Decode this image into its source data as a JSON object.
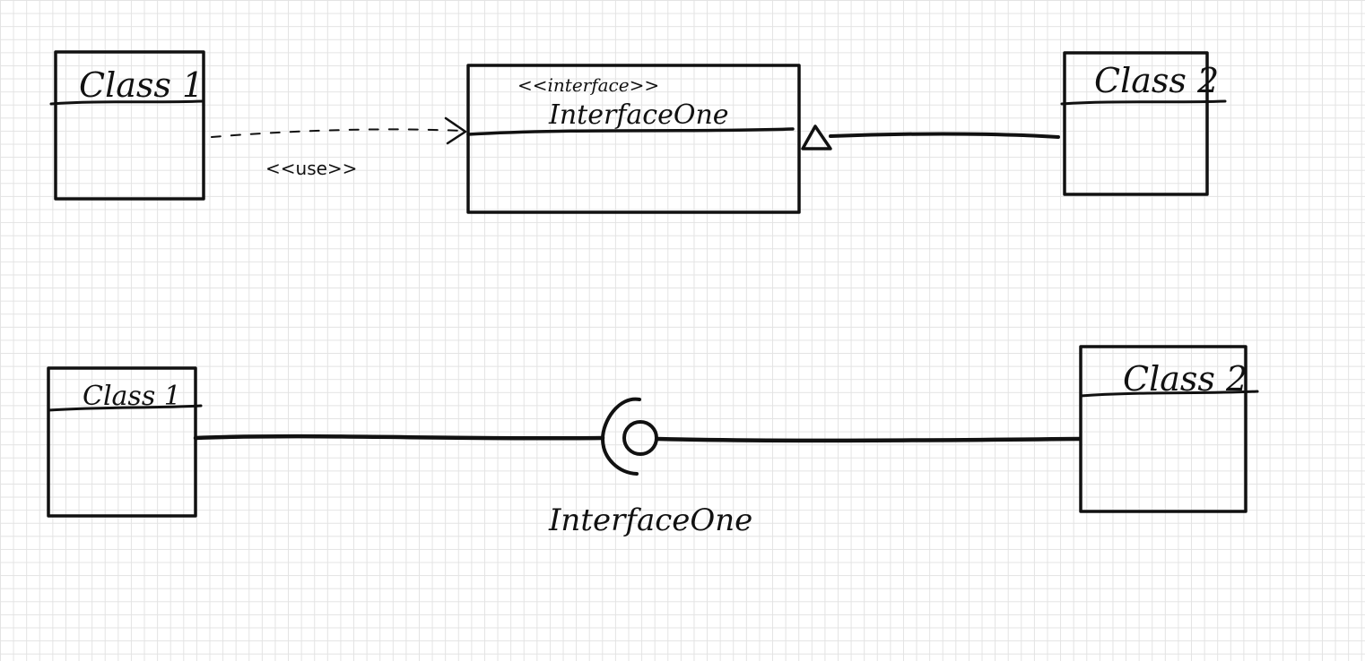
{
  "diagram": {
    "top": {
      "class1": {
        "name": "Class 1"
      },
      "interface": {
        "stereotype": "<<interface>>",
        "name": "InterfaceOne"
      },
      "class2": {
        "name": "Class 2"
      },
      "dependency_label": "<<use>>"
    },
    "bottom": {
      "class1": {
        "name": "Class 1"
      },
      "class2": {
        "name": "Class 2"
      },
      "lollipop_label": "InterfaceOne"
    }
  },
  "colors": {
    "ink": "#111111",
    "grid": "#e3e3e3",
    "background": "#ffffff"
  }
}
